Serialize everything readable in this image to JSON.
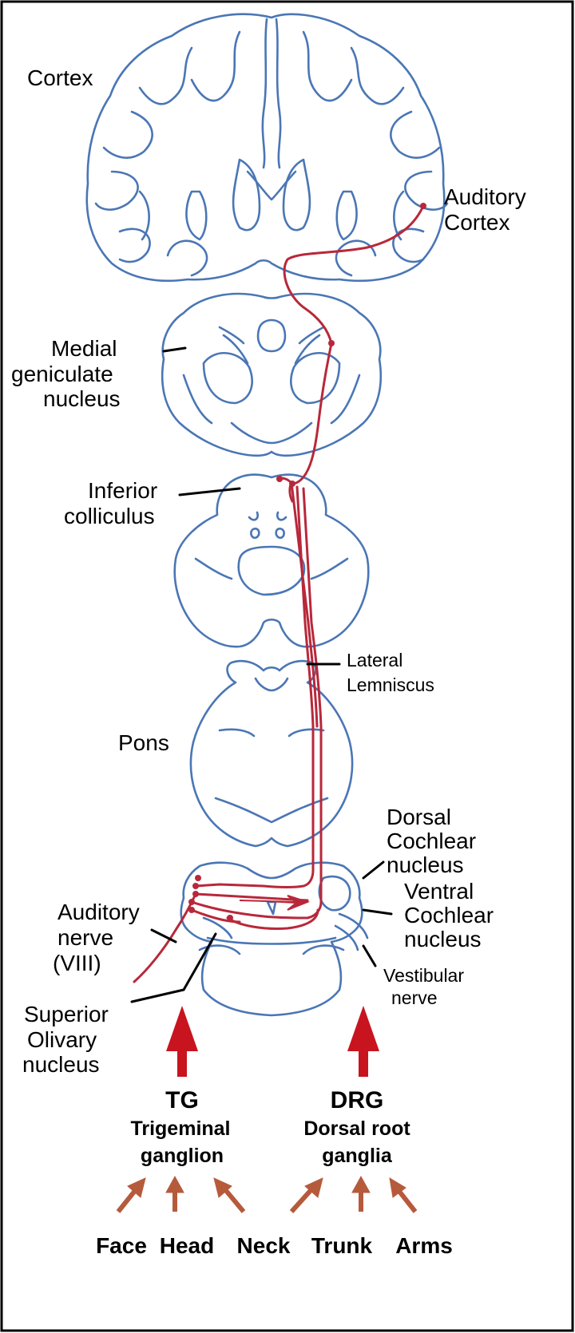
{
  "labels": {
    "cortex": "Cortex",
    "auditory_cortex": [
      "Auditory",
      "Cortex"
    ],
    "medial_geniculate": [
      "Medial",
      "geniculate",
      "nucleus"
    ],
    "inferior_colliculus": [
      "Inferior",
      "colliculus"
    ],
    "lateral_lemniscus": [
      "Lateral",
      "Lemniscus"
    ],
    "pons": "Pons",
    "dorsal_cochlear": [
      "Dorsal",
      "Cochlear",
      "nucleus"
    ],
    "ventral_cochlear": [
      "Ventral",
      "Cochlear",
      "nucleus"
    ],
    "auditory_nerve": [
      "Auditory",
      "nerve",
      "(VIII)"
    ],
    "vestibular_nerve": [
      "Vestibular",
      "nerve"
    ],
    "superior_olivary": [
      "Superior",
      "Olivary",
      "nucleus"
    ]
  },
  "ganglia": [
    {
      "abbr": "TG",
      "name": [
        "Trigeminal",
        "ganglion"
      ]
    },
    {
      "abbr": "DRG",
      "name": [
        "Dorsal root",
        "ganglia"
      ]
    }
  ],
  "body_parts": [
    "Face",
    "Head",
    "Neck",
    "Trunk",
    "Arms"
  ],
  "colors": {
    "brain_outline": "#4a76b5",
    "pathway": "#b8283a",
    "big_arrow": "#c8141e",
    "small_arrow": "#b65a3c",
    "frame": "#000000"
  }
}
